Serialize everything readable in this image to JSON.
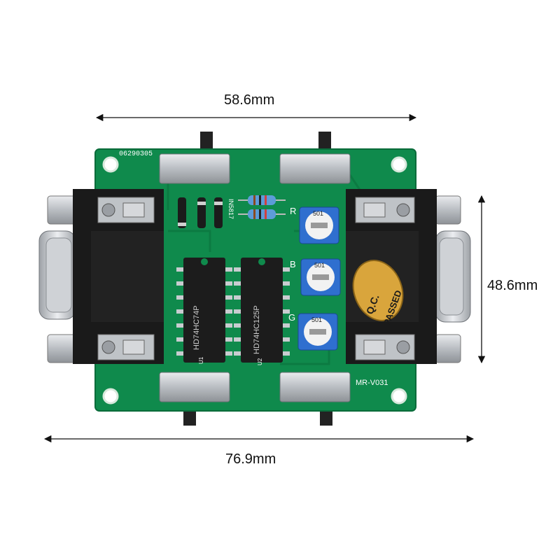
{
  "dimensions": {
    "top_width": "58.6mm",
    "right_height": "48.6mm",
    "bottom_width": "76.9mm"
  },
  "board": {
    "serial": "06290305",
    "model": "MR-V031",
    "diode_label": "IN5817",
    "chip1_text": "HD74HC74P",
    "chip2_text": "HD74HC125P",
    "pot_labels": [
      "R",
      "B",
      "G"
    ],
    "pot_value": "501",
    "ic_refs": [
      "U1",
      "U2"
    ],
    "qc_line1": "Q.C.",
    "qc_line2": "PASSED"
  },
  "colors": {
    "pcb": "#0f8a4c",
    "pcb_edge": "#0a6b3a",
    "silkscreen": "#ffffff",
    "connector": "#1a1a1a",
    "metal": "#c9ccd0",
    "pot_blue": "#2f6fcf",
    "qc_sticker": "#d9a53c"
  }
}
